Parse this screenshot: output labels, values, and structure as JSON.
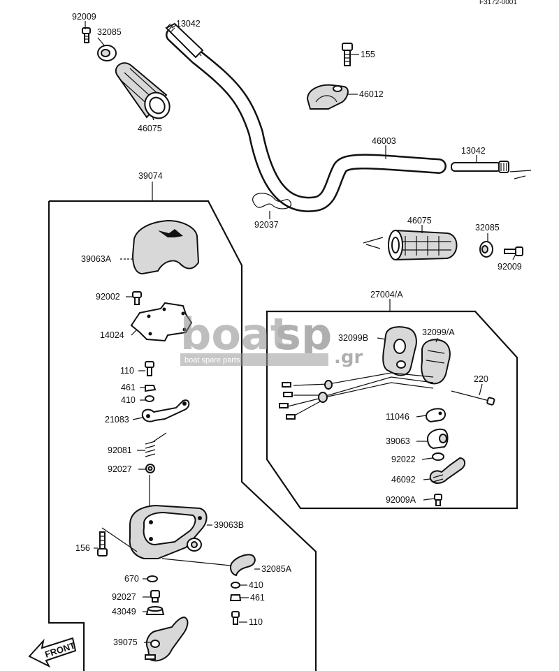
{
  "drawing_code": "F3172-0001",
  "watermark": {
    "brand_part1": "boat",
    "brand_part2": "sp",
    "domain_suffix": ".gr",
    "tagline": "boat spare parts"
  },
  "front_marker": "FRONT",
  "callouts": {
    "c1": "92009",
    "c2": "32085",
    "c3": "46075",
    "c4": "13042",
    "c5": "155",
    "c6": "46012",
    "c7": "46003",
    "c8": "13042",
    "c9": "92037",
    "c10": "46075",
    "c11": "32085",
    "c12": "92009",
    "c13": "39074",
    "c14": "39063A",
    "c15": "92002",
    "c16": "14024",
    "c17": "110",
    "c18": "461",
    "c19": "410",
    "c20": "21083",
    "c21": "92081",
    "c22": "92027",
    "c23": "39063B",
    "c24": "156",
    "c25": "32085A",
    "c26": "670",
    "c27": "410",
    "c28": "92027",
    "c29": "461",
    "c30": "43049",
    "c31": "110",
    "c32": "39075",
    "c33": "27004/A",
    "c34": "32099B",
    "c35": "32099/A",
    "c36": "220",
    "c37": "11046",
    "c38": "39063",
    "c39": "92022",
    "c40": "46092",
    "c41": "92009A"
  }
}
